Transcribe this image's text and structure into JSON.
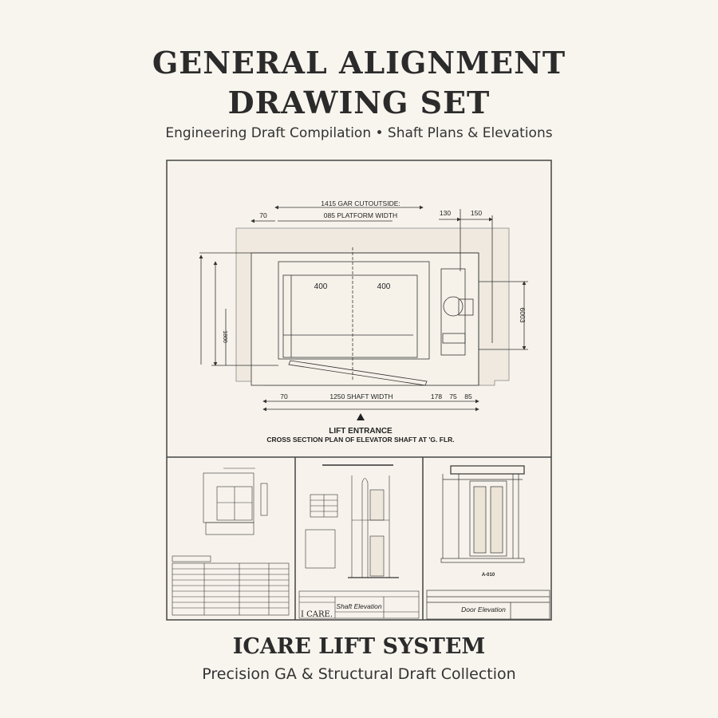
{
  "header": {
    "title_line1": "GENERAL ALIGNMENT",
    "title_line2": "DRAWING SET",
    "subtitle": "Engineering Draft Compilation • Shaft Plans & Elevations"
  },
  "main_plan": {
    "dim_top": "1415 GAR CUTOUTSIDE:",
    "dim_platform": "085 PLATFORM WIDTH",
    "dim_left": "70",
    "dim_130": "130",
    "dim_150": "150",
    "panel_left": "400",
    "panel_right": "400",
    "dim_bottom_left": "70",
    "dim_shaft": "1250 SHAFT WIDTH",
    "dim_178": "178",
    "dim_75": "75",
    "dim_85": "85",
    "dim_right_vertical": "6003",
    "dim_left_vertical": "1800",
    "entrance_label": "LIFT ENTRANCE",
    "caption": "CROSS SECTION PLAN OF ELEVATOR SHAFT AT 'G. FLR."
  },
  "panels": {
    "shaft_elevation_title": "Shaft Elevation",
    "brand_mark": "I CARE.",
    "door_elevation_title": "Door Elevation",
    "door_sheet_ref": "A-010"
  },
  "footer": {
    "brand": "ICARE LIFT SYSTEM",
    "tagline": "Precision GA & Structural Draft Collection"
  }
}
